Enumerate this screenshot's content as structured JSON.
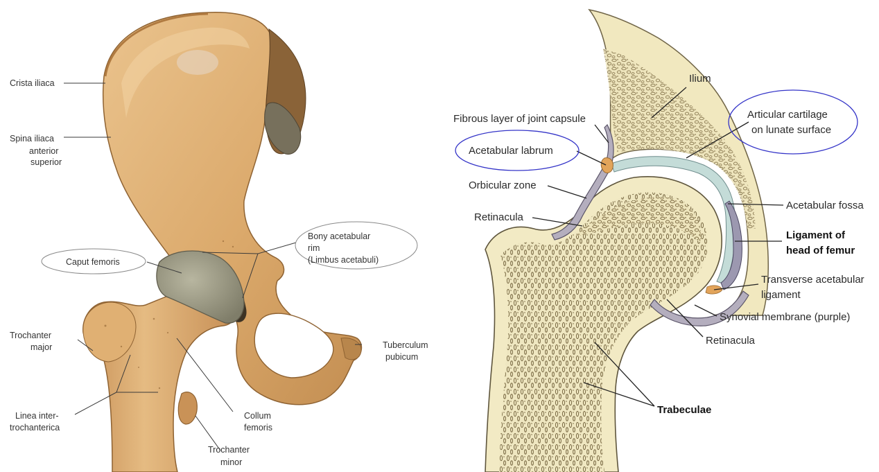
{
  "left_panel": {
    "labels": {
      "crista_iliaca": "Crista iliaca",
      "spina_1": "Spina iliaca",
      "spina_2": "anterior",
      "spina_3": "superior",
      "bony_rim_1": "Bony acetabular",
      "bony_rim_2": "rim",
      "bony_rim_3": "(Limbus acetabuli)",
      "caput_femoris": "Caput femoris",
      "trochanter_major_1": "Trochanter",
      "trochanter_major_2": "major",
      "tuberculum_1": "Tuberculum",
      "tuberculum_2": "pubicum",
      "linea_1": "Linea inter-",
      "linea_2": "trochanterica",
      "collum_1": "Collum",
      "collum_2": "femoris",
      "trochanter_minor_1": "Trochanter",
      "trochanter_minor_2": "minor"
    }
  },
  "right_panel": {
    "labels": {
      "ilium": "Ilium",
      "articular_1": "Articular cartilage",
      "articular_2": "on lunate surface",
      "fibrous": "Fibrous layer of joint capsule",
      "acetabular_labrum": "Acetabular labrum",
      "orbicular_zone": "Orbicular zone",
      "retinacula_top": "Retinacula",
      "acetabular_fossa": "Acetabular fossa",
      "ligament_1": "Ligament of",
      "ligament_2": "head of femur",
      "transverse_1": "Transverse acetabular",
      "transverse_2": "ligament",
      "synovial": "Synovial membrane (purple)",
      "retinacula_bottom": "Retinacula",
      "trabeculae": "Trabeculae"
    }
  },
  "colors": {
    "bone": "#dcae72",
    "bone_shadow": "#b8844a",
    "bone_light": "#ecc896",
    "cartilage_head": "#9c9a86",
    "section_fill": "#f3ecc8",
    "cortex": "#ece2b0",
    "trabecular": "#8a7a52",
    "capsule": "#a8a2b0",
    "cartilage_blue": "#bcd8d8",
    "ellipse_blue": "#3434c8",
    "ellipse_gray": "#888888"
  }
}
